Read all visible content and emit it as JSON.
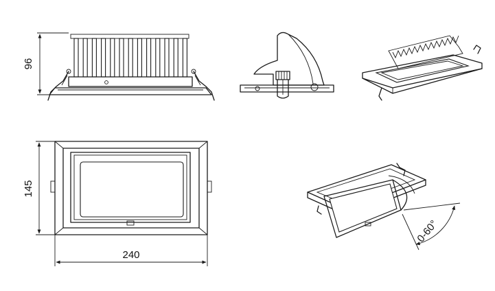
{
  "dimensions": {
    "height": "96",
    "depth": "145",
    "width": "240",
    "tilt_angle": "0-60°"
  },
  "colors": {
    "line": "#1a1a1a",
    "background": "#ffffff"
  }
}
